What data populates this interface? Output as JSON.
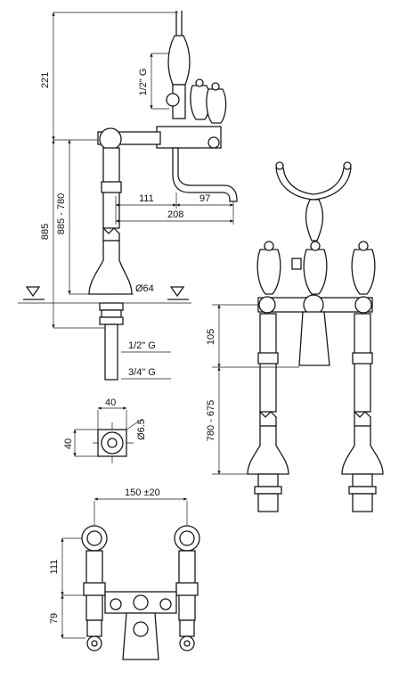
{
  "side_view": {
    "dim_221": "221",
    "dim_half_g_top": "1/2\" G",
    "dim_885_780": "885 - 780",
    "dim_885": "885",
    "dim_111": "111",
    "dim_97": "97",
    "dim_208": "208",
    "dim_d64": "Ø64",
    "dim_half_g": "1/2\" G",
    "dim_three_quarter_g": "3/4\" G"
  },
  "front_view": {
    "dim_105": "105",
    "dim_780_675": "780 - 675"
  },
  "base_detail": {
    "dim_40_h": "40",
    "dim_40_v": "40",
    "dim_d6_5": "Ø6.5"
  },
  "plan_view": {
    "dim_150": "150 ±20",
    "dim_111": "111",
    "dim_79": "79"
  }
}
